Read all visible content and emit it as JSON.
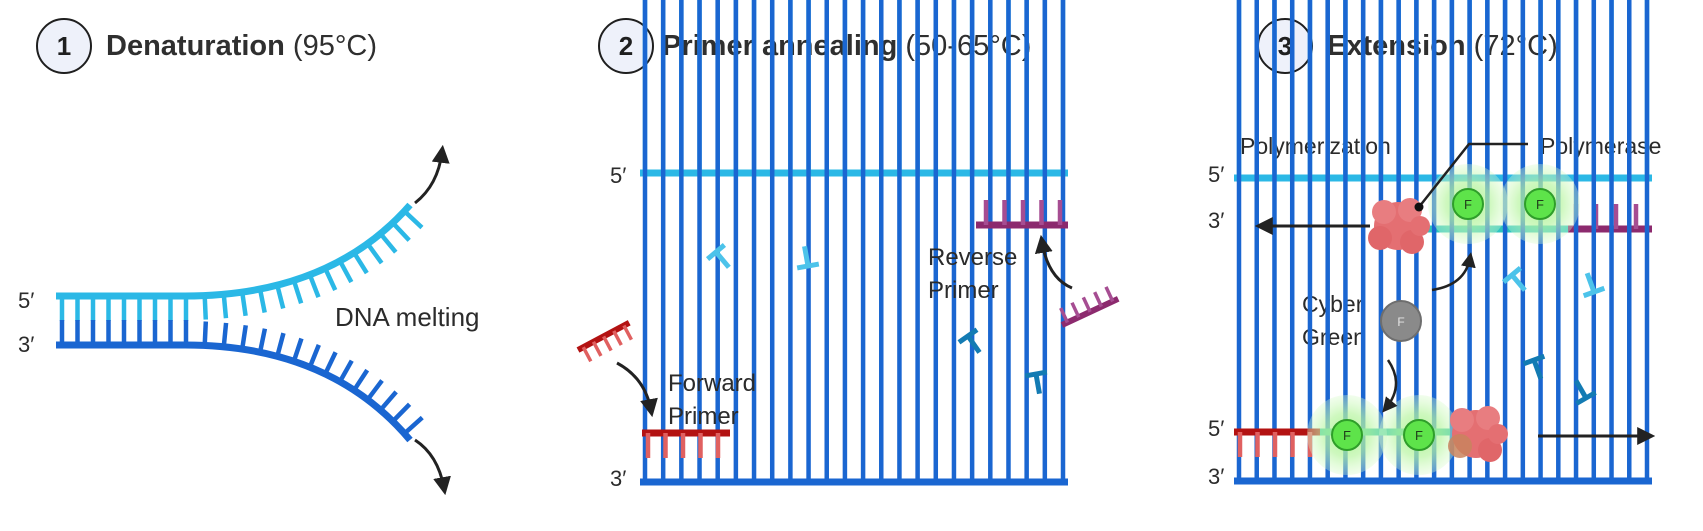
{
  "steps": [
    {
      "number": "1",
      "title": "Denaturation",
      "temp": "(95°C)"
    },
    {
      "number": "2",
      "title": "Primer annealing",
      "temp": "(50-65°C)"
    },
    {
      "number": "3",
      "title": "Extension",
      "temp": "(72°C)"
    }
  ],
  "labels": {
    "five_prime": "5′",
    "three_prime": "3′",
    "dna_melting": "DNA melting",
    "forward_primer_1": "Forward",
    "forward_primer_2": "Primer",
    "reverse_primer_1": "Reverse",
    "reverse_primer_2": "Primer",
    "polymerization": "Polymerization",
    "polymerase": "Polymerase",
    "cyber_green_1": "Cyber",
    "cyber_green_2": "Green",
    "fluor_letter": "F"
  },
  "colors": {
    "template_top": "#2bb8e6",
    "template_bottom": "#1a66d1",
    "forward_primer": "#b31212",
    "forward_primer_legs": "#e06060",
    "reverse_primer": "#8c2a6e",
    "reverse_primer_legs": "#a64d92",
    "nucleotide_light": "#4cc3ea",
    "nucleotide_dark": "#137bb3",
    "polymerase": "#e46f72",
    "fluor_green": "#5ee34a",
    "fluor_glow": "#c9f7b8",
    "cyber_green_dye": "#8a8a8a",
    "arrow": "#222222",
    "header_circle_fill": "#eef1fa"
  }
}
